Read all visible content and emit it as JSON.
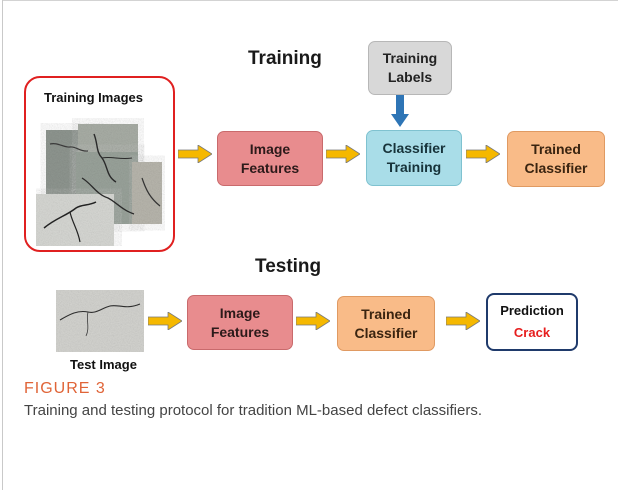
{
  "training": {
    "heading": "Training",
    "images_label": "Training Images",
    "features": "Image\nFeatures",
    "classifier_training": "Classifier\nTraining",
    "trained_classifier": "Trained\nClassifier",
    "labels": "Training\nLabels"
  },
  "testing": {
    "heading": "Testing",
    "image_label": "Test Image",
    "features": "Image\nFeatures",
    "trained_classifier": "Trained\nClassifier",
    "prediction_title": "Prediction",
    "prediction_value": "Crack"
  },
  "caption": {
    "label": "FIGURE 3",
    "text": "Training and testing protocol for tradition ML-based defect classifiers."
  },
  "colors": {
    "arrow_fill": "#f5b800",
    "down_arrow": "#2e75b6",
    "prediction_value": "#e61e1e",
    "group_border": "#e02020",
    "caption_label": "#e06437"
  }
}
